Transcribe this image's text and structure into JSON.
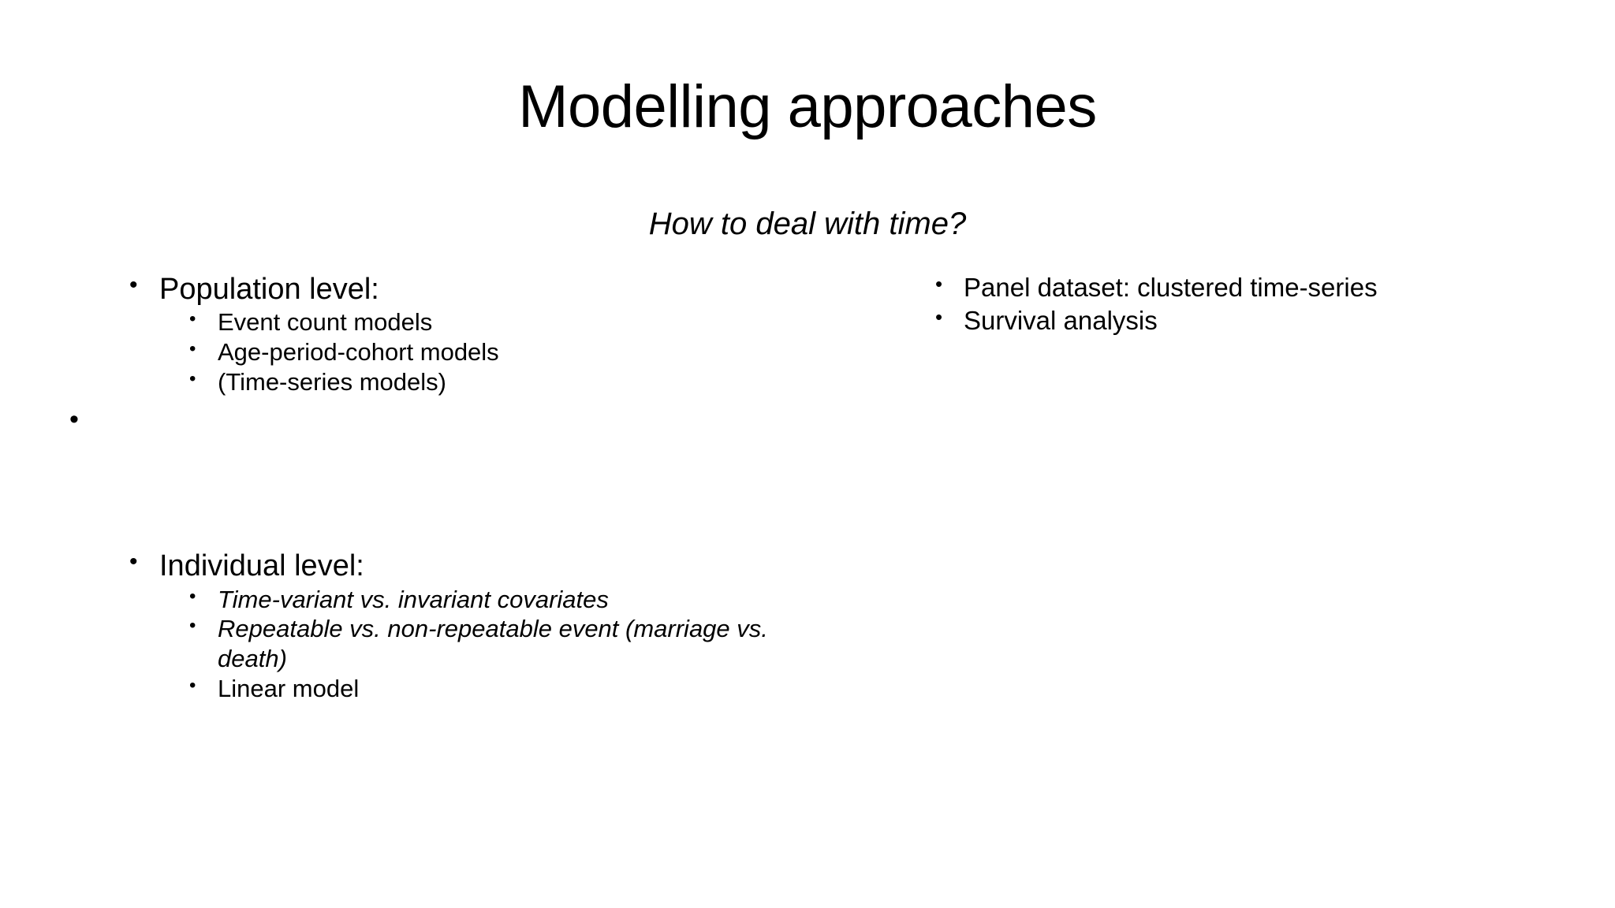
{
  "slide": {
    "title": "Modelling approaches",
    "subtitle": "How to deal with time?",
    "background_color": "#ffffff",
    "text_color": "#000000",
    "bullet_glyph": "•"
  },
  "left_column": {
    "groups": [
      {
        "heading": "Population level:",
        "items": [
          {
            "text": "Event count models",
            "italic": false
          },
          {
            "text": "Age-period-cohort models",
            "italic": false
          },
          {
            "text": "(Time-series models)",
            "italic": false
          }
        ]
      }
    ],
    "stray_bullet": {
      "text": "",
      "note": "empty top-level bullet with no text"
    },
    "groups_lower": [
      {
        "heading": "Individual level:",
        "items": [
          {
            "text": "Time-variant vs. invariant covariates",
            "italic": true
          },
          {
            "text": "Repeatable vs. non-repeatable event (marriage vs. death)",
            "italic": true
          },
          {
            "text": "Linear model",
            "italic": false
          }
        ]
      }
    ]
  },
  "right_column": {
    "items": [
      {
        "text": "Panel dataset: clustered time-series"
      },
      {
        "text": "Survival analysis"
      }
    ]
  }
}
